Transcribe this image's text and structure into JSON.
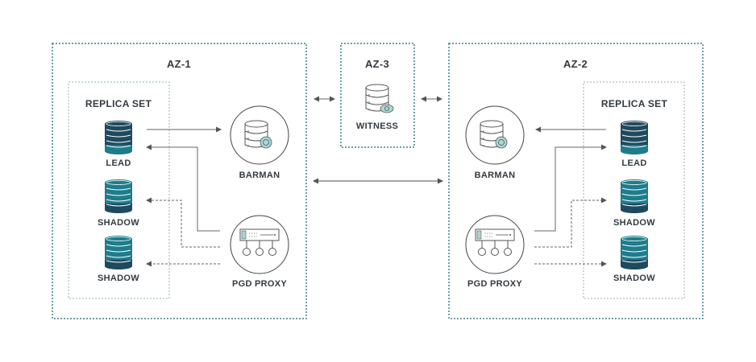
{
  "zones": {
    "az1": {
      "title": "AZ-1",
      "replica_set_title": "REPLICA SET",
      "nodes": [
        "LEAD",
        "SHADOW",
        "SHADOW"
      ],
      "barman": "BARMAN",
      "proxy": "PGD PROXY"
    },
    "az2": {
      "title": "AZ-2",
      "replica_set_title": "REPLICA SET",
      "nodes": [
        "LEAD",
        "SHADOW",
        "SHADOW"
      ],
      "barman": "BARMAN",
      "proxy": "PGD PROXY"
    },
    "az3": {
      "title": "AZ-3",
      "witness": "WITNESS"
    }
  },
  "colors": {
    "zone_border": "#3f7f8a",
    "replica_border": "#8fb3b8",
    "line": "#666666",
    "db_dark": "#1f4a5e",
    "db_teal": "#1e7c8c",
    "accent_light": "#a9d6d6",
    "text": "#333a40"
  },
  "icons": {
    "lead_db": "database-lead-icon",
    "shadow_db": "database-shadow-icon",
    "barman": "database-shield-icon",
    "proxy": "proxy-server-icon",
    "witness": "database-eye-icon"
  }
}
